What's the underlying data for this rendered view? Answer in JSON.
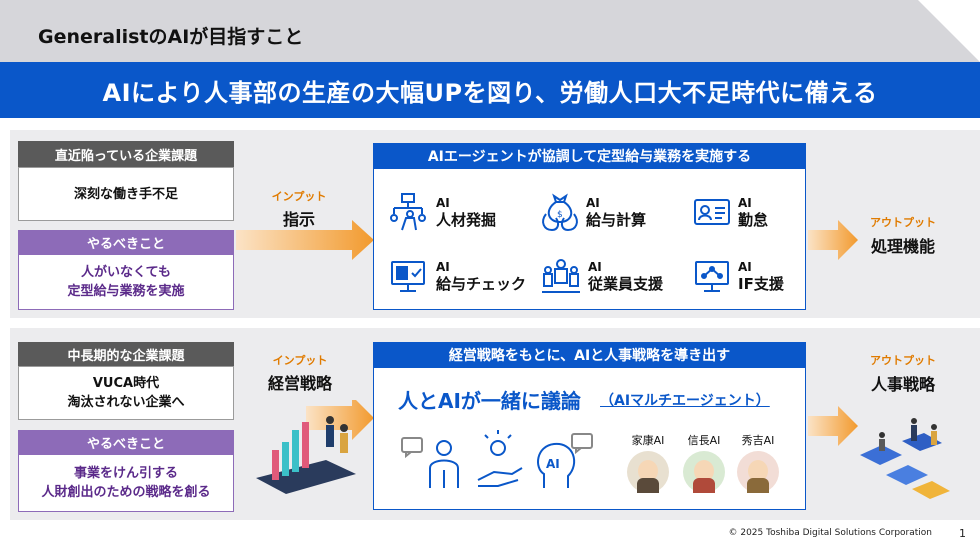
{
  "title": "GeneralistのAIが目指すこと",
  "banner": "AIにより人事部の生産の大幅UPを図り、労働人口大不足時代に備える",
  "row1": {
    "issue_header": "直近陥っている企業課題",
    "issue_text": "深刻な働き手不足",
    "todo_header": "やるべきこと",
    "todo_line1": "人がいなくても",
    "todo_line2": "定型給与業務を実施",
    "input_small": "インプット",
    "input_big": "指示",
    "panel_header": "AIエージェントが協調して定型給与業務を実施する",
    "features": [
      {
        "tag": "AI",
        "label": "人材発掘",
        "icon": "org-chart-icon"
      },
      {
        "tag": "AI",
        "label": "給与計算",
        "icon": "money-bags-icon"
      },
      {
        "tag": "AI",
        "label": "勤怠",
        "icon": "id-card-icon"
      },
      {
        "tag": "AI",
        "label": "給与チェック",
        "icon": "monitor-check-icon"
      },
      {
        "tag": "AI",
        "label": "従業員支援",
        "icon": "team-support-icon"
      },
      {
        "tag": "AI",
        "label": "IF支援",
        "icon": "network-monitor-icon"
      }
    ],
    "output_small": "アウトプット",
    "output_big": "処理機能"
  },
  "row2": {
    "issue_header": "中長期的な企業課題",
    "issue_line1": "VUCA時代",
    "issue_line2": "淘汰されない企業へ",
    "todo_header": "やるべきこと",
    "todo_line1": "事業をけん引する",
    "todo_line2": "人財創出のための戦略を創る",
    "input_small": "インプット",
    "input_big": "経営戦略",
    "panel_header": "経営戦略をもとに、AIと人事戦略を導き出す",
    "panel_main": "人とAIが一緒に議論",
    "panel_sub": "（AIマルチエージェント）",
    "agents": [
      {
        "name": "家康AI",
        "color": "#e8e0d0"
      },
      {
        "name": "信長AI",
        "color": "#d9ead3"
      },
      {
        "name": "秀吉AI",
        "color": "#f2ddd6"
      }
    ],
    "output_small": "アウトプット",
    "output_big": "人事戦略"
  },
  "footer": "© 2025 Toshiba Digital Solutions Corporation",
  "page_number": "1",
  "colors": {
    "brand_blue": "#0a57c9",
    "orange": "#f29a2e",
    "purple": "#8d6bb8",
    "gray_header": "#5a5a5a"
  }
}
